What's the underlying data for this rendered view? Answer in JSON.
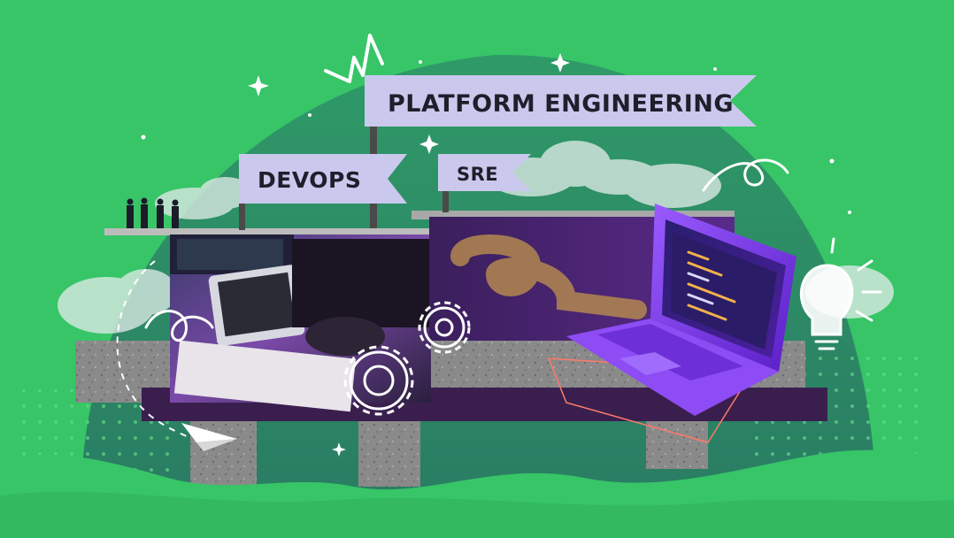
{
  "signs": {
    "platform_engineering": "PLATFORM ENGINEERING",
    "devops": "DEVOPS",
    "sre": "SRE"
  },
  "colors": {
    "background_green": "#37c567",
    "dark_green_dome": "#2a8f62",
    "banner_lavender": "#cbc8ee",
    "concrete_gray": "#8d8d8d",
    "laptop_purple": "#7a3df0",
    "ink": "#1d1f2b"
  },
  "icons": [
    "crown-icon",
    "sparkle-icon",
    "gear-icon",
    "lightbulb-icon",
    "paper-plane-icon",
    "laptop-icon",
    "people-silhouette-icon"
  ]
}
